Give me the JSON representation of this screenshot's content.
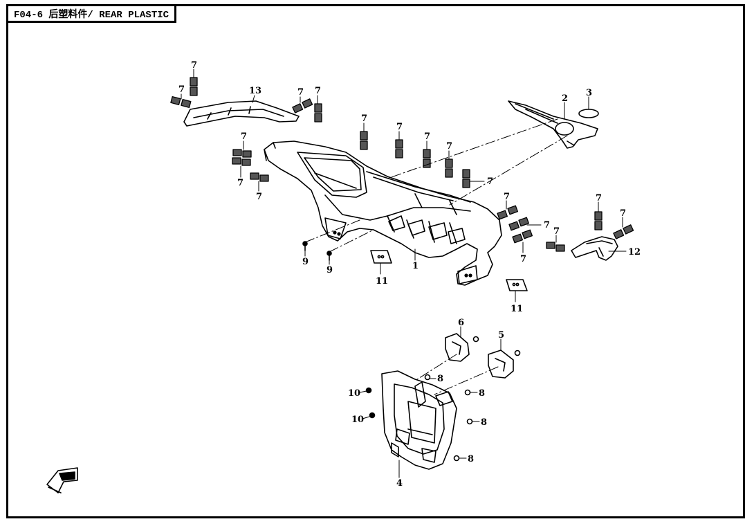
{
  "title": "F04-6 后塑料件/ REAR PLASTIC",
  "callouts": [
    "1",
    "2",
    "3",
    "4",
    "5",
    "6",
    "7",
    "8",
    "9",
    "10",
    "11",
    "12",
    "13"
  ],
  "callout_labels": {
    "c1": "1",
    "c2": "2",
    "c3": "3",
    "c4": "4",
    "c5": "5",
    "c6": "6",
    "c7": "7",
    "c8": "8",
    "c9": "9",
    "c10": "10",
    "c11": "11",
    "c12": "12",
    "c13": "13"
  },
  "colors": {
    "line": "#000000",
    "background": "#ffffff"
  },
  "icons": [
    "front-direction-arrow-icon"
  ]
}
